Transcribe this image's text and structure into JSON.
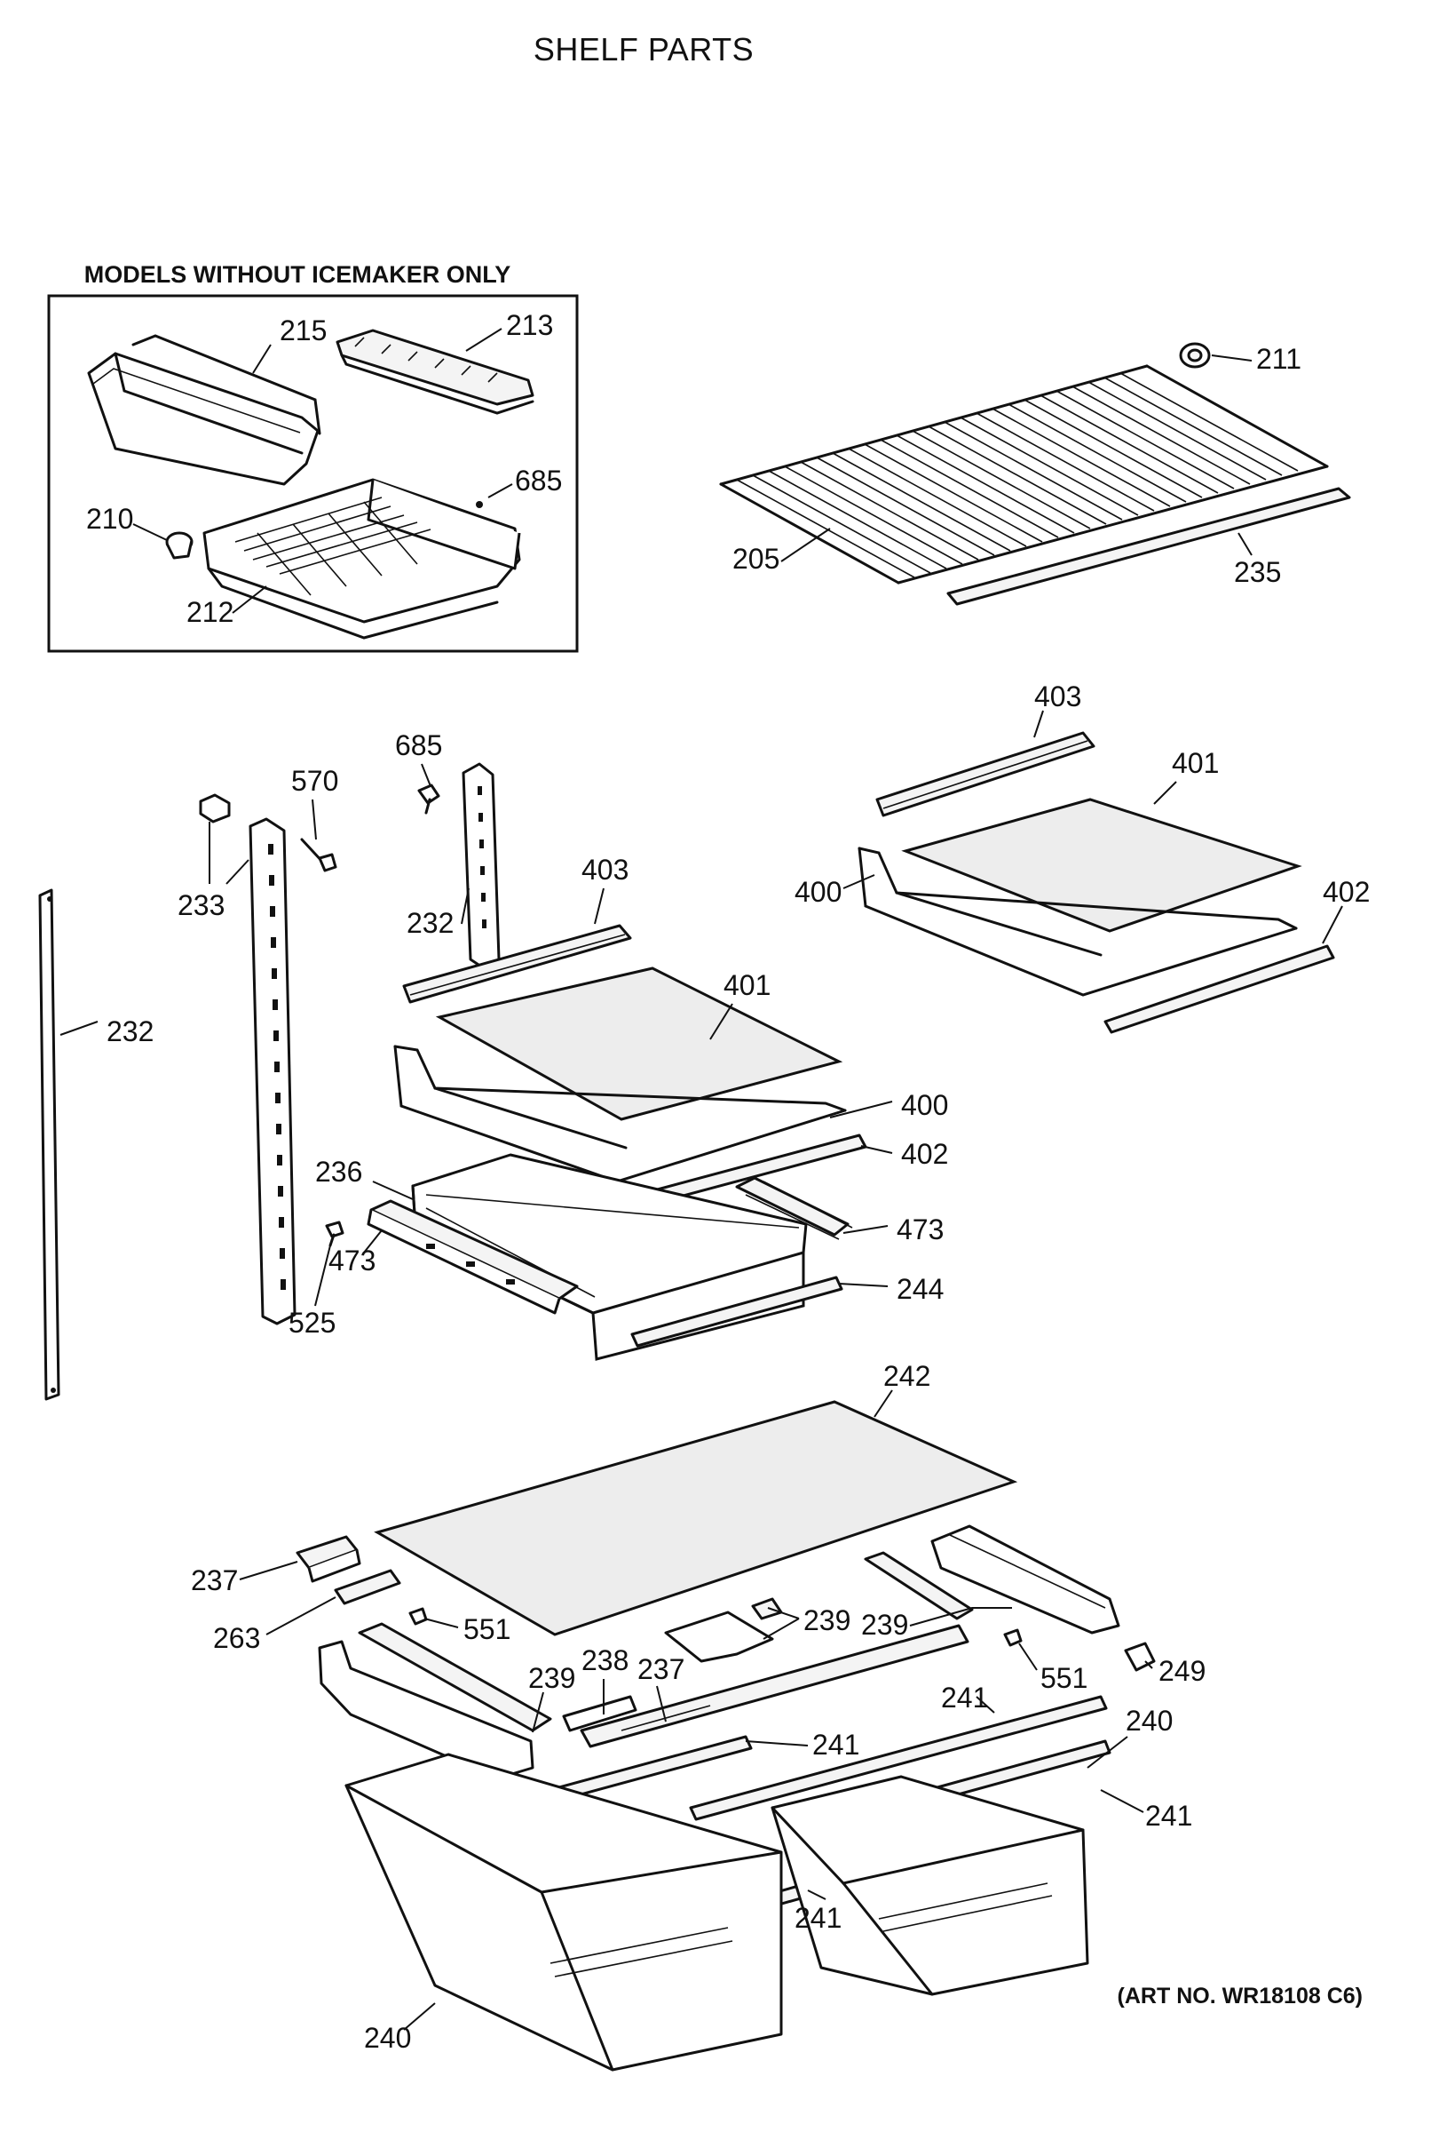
{
  "title": "SHELF PARTS",
  "inset_title": "MODELS WITHOUT ICEMAKER ONLY",
  "art_number": "(ART NO. WR18108 C6)",
  "callouts": {
    "c215": "215",
    "c213": "213",
    "c685a": "685",
    "c210": "210",
    "c212": "212",
    "c211": "211",
    "c205": "205",
    "c235": "235",
    "c403a": "403",
    "c401a": "401",
    "c400a": "400",
    "c402a": "402",
    "c685b": "685",
    "c570": "570",
    "c233": "233",
    "c232a": "232",
    "c232b": "232",
    "c403b": "403",
    "c401b": "401",
    "c400b": "400",
    "c402b": "402",
    "c236": "236",
    "c473a": "473",
    "c473b": "473",
    "c525": "525",
    "c244": "244",
    "c242": "242",
    "c237a": "237",
    "c263": "263",
    "c551a": "551",
    "c239a": "239",
    "c239b": "239",
    "c239c": "239",
    "c238": "238",
    "c237b": "237",
    "c551b": "551",
    "c249": "249",
    "c241a": "241",
    "c241b": "241",
    "c240a": "240",
    "c241c": "241",
    "c241d": "241",
    "c240b": "240"
  }
}
